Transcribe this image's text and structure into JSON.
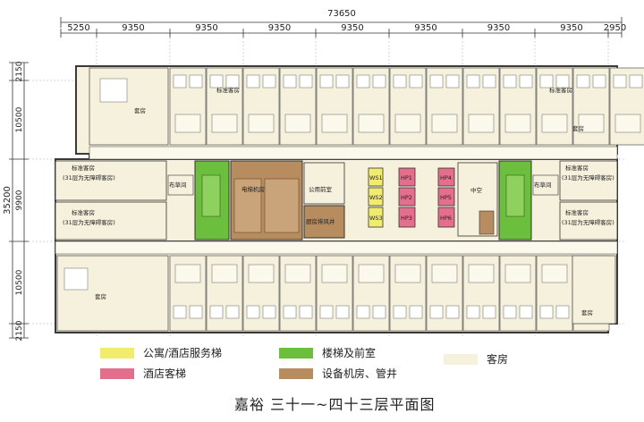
{
  "dimensions": {
    "total": "73650",
    "top_segments": [
      "5250",
      "9350",
      "9350",
      "9350",
      "9350",
      "9350",
      "9350",
      "9350",
      "2950"
    ],
    "left_total": "35200",
    "left_segments": [
      "2150",
      "10500",
      "9900",
      "10500",
      "2150"
    ]
  },
  "room_labels": {
    "standard_room": "标准客房",
    "suite": "套房",
    "standard_31": "(31层为无障碍客房)",
    "linen": "布草间",
    "machine_room": "电梯机房",
    "kitchen_corridor": "厨房排风井",
    "shared_room": "公用前室",
    "middle_room": "中空",
    "hp1": "HP1",
    "hp2": "HP2",
    "hp3": "HP3",
    "hp4": "HP4",
    "hp5": "HP5",
    "hp6": "HP6",
    "ws1": "WS1",
    "ws2": "WS2",
    "ws3": "WS3"
  },
  "legend": [
    {
      "label": "公寓/酒店服务梯",
      "color": "#f2ec6e"
    },
    {
      "label": "楼梯及前室",
      "color": "#6cbf3c"
    },
    {
      "label": "客房",
      "color": "#f6f1dd"
    },
    {
      "label": "酒店客梯",
      "color": "#e46f8c"
    },
    {
      "label": "设备机房、管井",
      "color": "#b78c5e"
    }
  ],
  "title": "嘉裕   三十一~四十三层平面图",
  "colors": {
    "room_fill": "#f6f1dd",
    "wall": "#3a3a3a",
    "service_lift": "#f2ec6e",
    "guest_lift": "#e46f8c",
    "stair": "#6cbf3c",
    "equipment": "#b78c5e"
  }
}
